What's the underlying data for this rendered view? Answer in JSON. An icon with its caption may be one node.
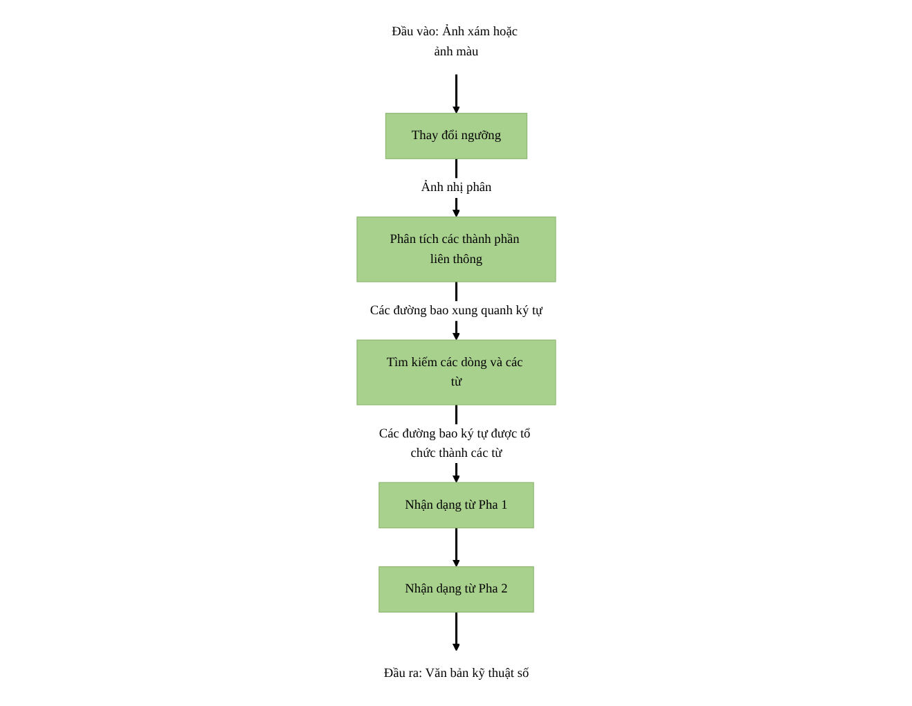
{
  "diagram": {
    "nodes": [
      {
        "text": [
          "Đầu vào: Ảnh xám hoặc ảnh màu"
        ]
      },
      {
        "text": [
          "Thay đổi ngưỡng"
        ]
      },
      {
        "text": [
          "Phân tích các thành phần liên thông"
        ]
      },
      {
        "text": [
          "Tìm kiếm các dòng và các từ"
        ]
      },
      {
        "text": [
          "Nhận dạng từ Pha 1"
        ]
      },
      {
        "text": [
          "Nhận dạng từ Pha 2"
        ]
      },
      {
        "text": [
          "Đầu ra: Văn bản kỹ thuật số"
        ]
      }
    ],
    "edges": [
      {
        "from": 0,
        "to": 1,
        "arrow": "to"
      },
      {
        "from": 1,
        "to": 2,
        "label": "Ảnh nhị phân",
        "arrow": "to"
      },
      {
        "from": 2,
        "to": 3,
        "label": "Các đường bao xung quanh ký tự",
        "arrow": "to"
      },
      {
        "from": 3,
        "to": 4,
        "label": "Các đường bao ký tự được tổ chức thành các từ",
        "arrow": "to"
      },
      {
        "from": 4,
        "to": 5,
        "arrow": "to"
      },
      {
        "from": 5,
        "to": 6,
        "arrow": "to"
      }
    ]
  }
}
